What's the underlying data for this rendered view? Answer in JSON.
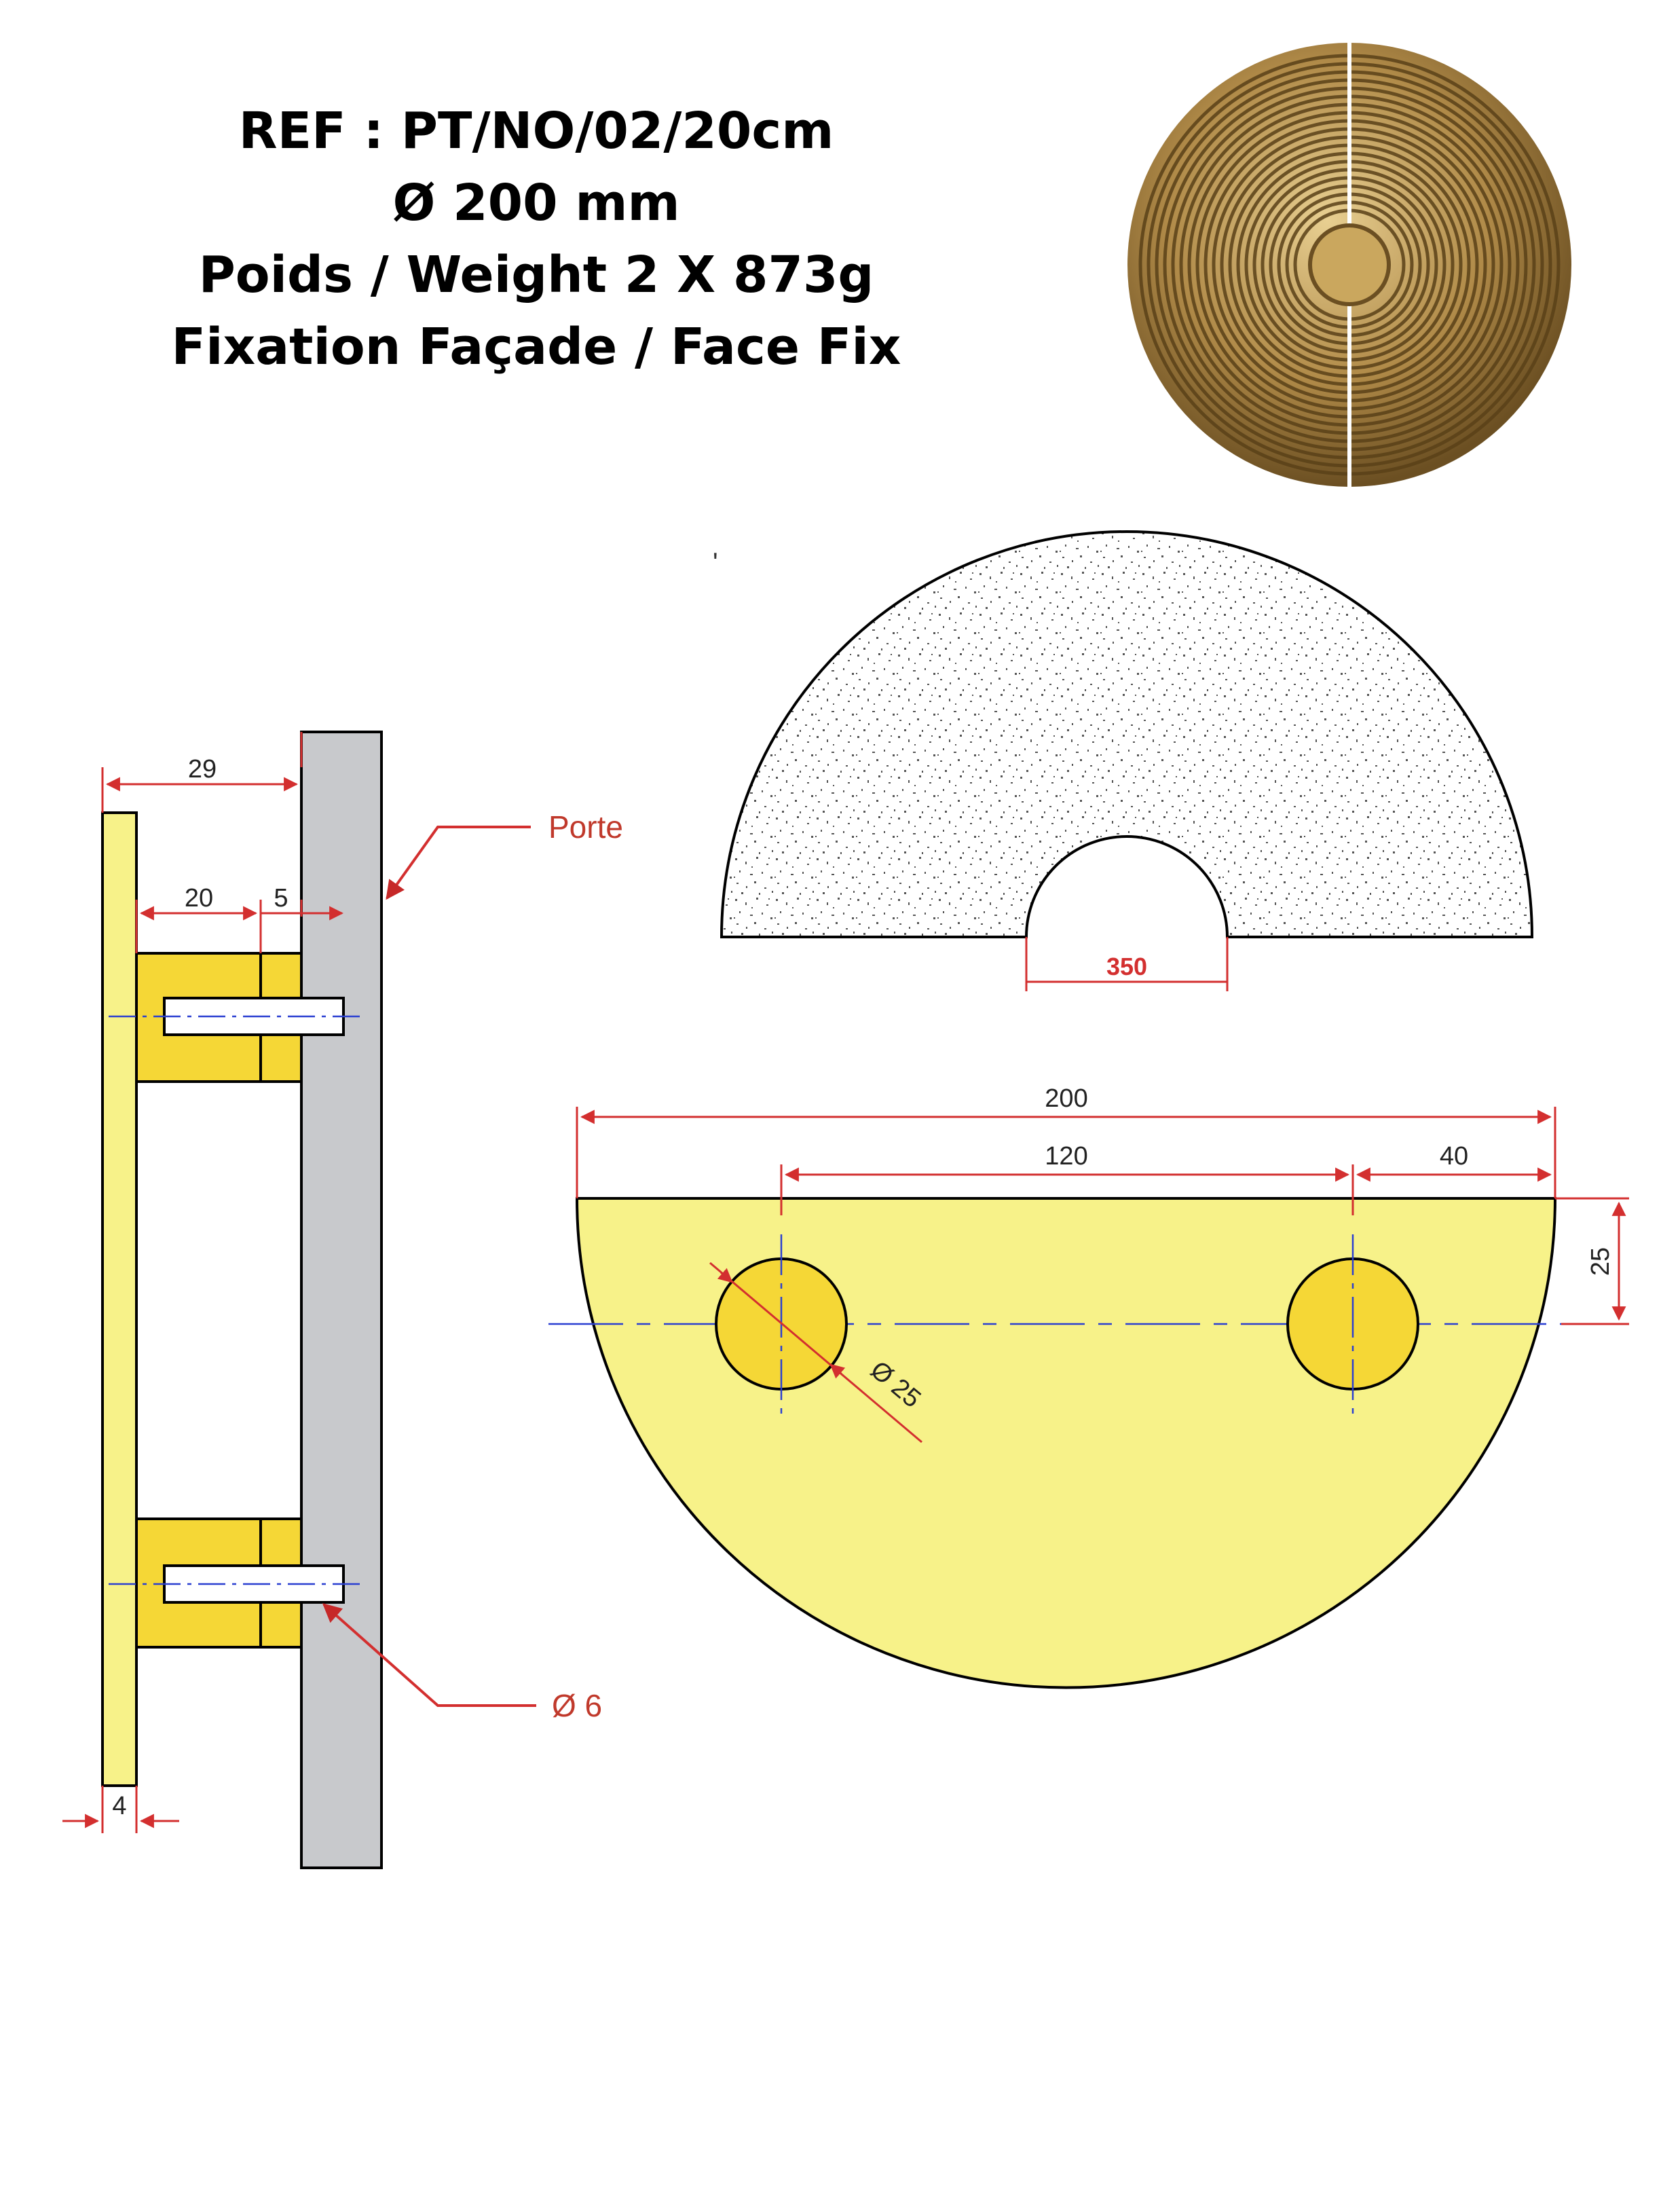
{
  "header": {
    "line1": "REF : PT/NO/02/20cm",
    "line2": "Ø 200 mm",
    "line3": "Poids /  Weight 2 X 873g",
    "line4": "Fixation Façade / Face Fix"
  },
  "side_view": {
    "dim_total": "29",
    "dim_standoff": "20",
    "dim_gap": "5",
    "dim_thickness": "4",
    "door_label": "Porte",
    "pin_label": "Ø 6"
  },
  "dotted_half": {
    "dim_cutout": "350"
  },
  "front_view": {
    "dim_width": "200",
    "dim_holes": "120",
    "dim_edge": "40",
    "dim_height": "25",
    "dim_hole_dia": "Ø 25"
  },
  "colors": {
    "handle_yellow": "#f7f289",
    "block_yellow": "#f5d736",
    "door_gray": "#c8c9cc",
    "dimension_red": "#d32f2f",
    "axis_blue": "#2a3fd1"
  },
  "icons": {
    "product_photo": "brass-concentric-disc-handle"
  }
}
